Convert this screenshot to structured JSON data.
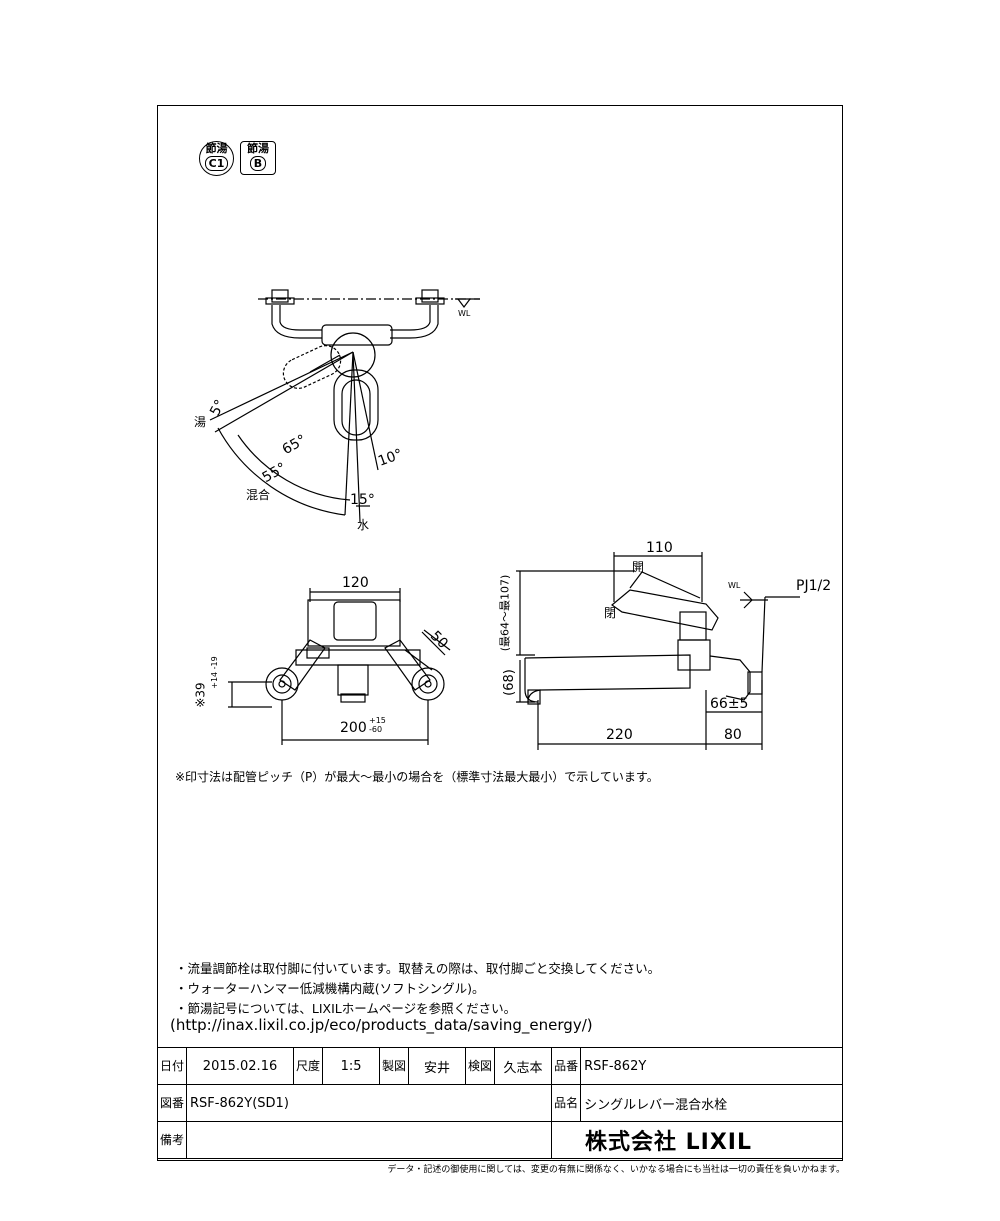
{
  "badges": {
    "b1_line1": "節湯",
    "b1_line2": "C1",
    "b2_line1": "節湯",
    "b2_line2": "B"
  },
  "top_view": {
    "wl": "WL",
    "hot": "湯",
    "mixed": "混合",
    "cold": "水",
    "ang_5": "5°",
    "ang_65": "65°",
    "ang_55": "55°",
    "ang_10": "10°",
    "ang_15": "15°"
  },
  "front_view": {
    "dim_120": "120",
    "dim_50": "50",
    "dim_39": "※39",
    "dim_39_tol": "+14 -19",
    "dim_200": "200",
    "dim_200_tol": "+15 -60"
  },
  "side_view": {
    "dim_110": "110",
    "open": "開",
    "close": "閉",
    "wl": "WL",
    "pj": "PJ1/2",
    "vertical_dim": "(最64～最107)",
    "dim_68": "(68)",
    "dim_66": "66±5",
    "dim_220": "220",
    "dim_80": "80"
  },
  "notes": {
    "asterisk_note": "※印寸法は配管ピッチ（P）が最大～最小の場合を（標準寸法最大最小）で示しています。",
    "n1": "・流量調節栓は取付脚に付いています。取替えの際は、取付脚ごと交換してください。",
    "n2": "・ウォーターハンマー低減機構内蔵(ソフトシングル)。",
    "n3": "・節湯記号については、LIXILホームページを参照ください。",
    "url": "(http://inax.lixil.co.jp/eco/products_data/saving_energy/)"
  },
  "title_block": {
    "date_label": "日付",
    "date": "2015.02.16",
    "scale_label": "尺度",
    "scale": "1:5",
    "drawn_label": "製図",
    "drawn": "安井",
    "checked_label": "検図",
    "checked": "久志本",
    "part_no_label": "品番",
    "part_no": "RSF-862Y",
    "drawing_no_label": "図番",
    "drawing_no": "RSF-862Y(SD1)",
    "name_label": "品名",
    "name": "シングルレバー混合水栓",
    "remarks_label": "備考",
    "remarks": "",
    "company": "株式会社 LIXIL"
  },
  "disclaimer": "データ・記述の御使用に関しては、変更の有無に関係なく、いかなる場合にも当社は一切の責任を負いかねます。"
}
